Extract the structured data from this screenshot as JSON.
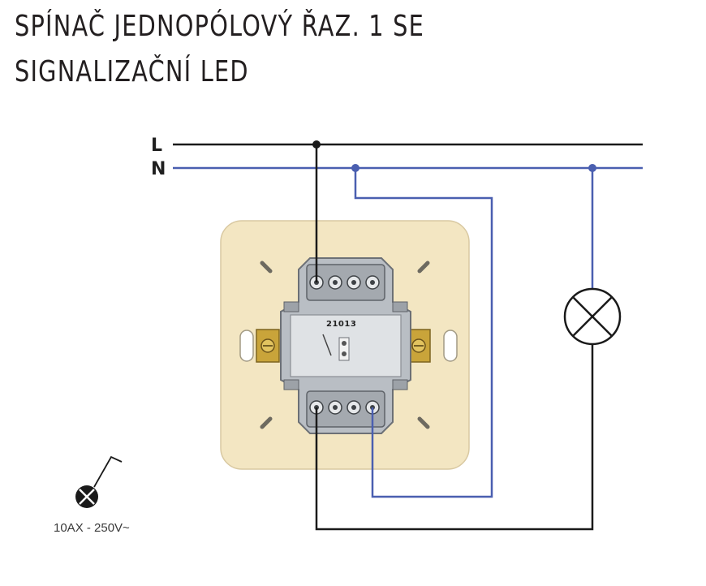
{
  "title": {
    "line1": "SPÍNAČ JEDNOPÓLOVÝ ŘAZ. 1 SE",
    "line2": "SIGNALIZAČNÍ LED"
  },
  "lines": {
    "l_label": "L",
    "n_label": "N"
  },
  "device": {
    "model_number": "21013"
  },
  "rating": "10AX - 250V~",
  "colors": {
    "live_wire": "#1a1a1a",
    "neutral_wire": "#4a5fb0",
    "plate": "#f3e6c2",
    "mechanism": "#c8ccd0",
    "screw": "#c9a43a"
  }
}
